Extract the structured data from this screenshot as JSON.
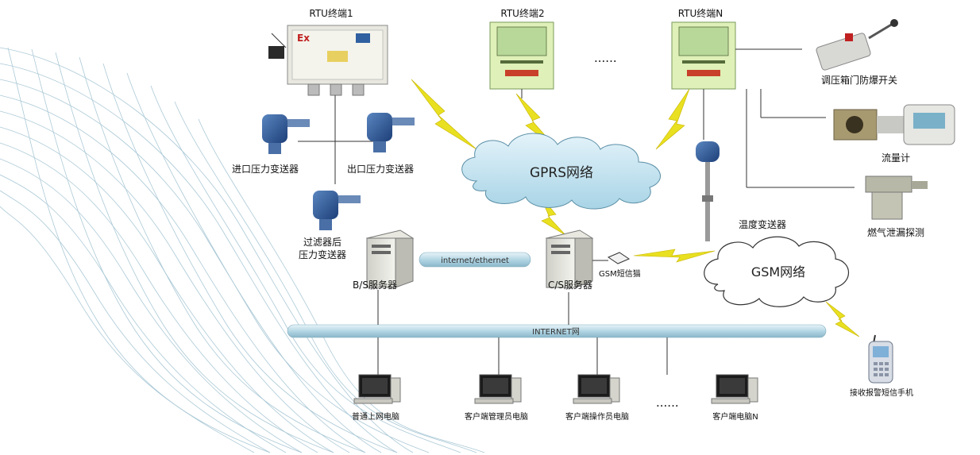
{
  "rtu": {
    "rtu1": "RTU终端1",
    "rtu2": "RTU终端2",
    "rtuN": "RTU终端N",
    "rtu1_plate": "Ex",
    "ellipsis": "......"
  },
  "sensors": {
    "inlet_pressure": "进口压力变送器",
    "outlet_pressure": "出口压力变送器",
    "filter_pressure_line1": "过滤器后",
    "filter_pressure_line2": "压力变送器",
    "door_switch": "调压箱门防爆开关",
    "flow_meter": "流量计",
    "temp_transmitter": "温度变送器",
    "gas_leak": "燃气泄漏探测"
  },
  "networks": {
    "gprs": "GPRS网络",
    "gsm": "GSM网络",
    "internet_bus": "INTERNET网",
    "tube": "internet/ethernet",
    "sms_modem": "GSM短信猫"
  },
  "servers": {
    "bs": "B/S服务器",
    "cs": "C/S服务器"
  },
  "clients": {
    "pc_general": "普通上网电脑",
    "pc_admin": "客户端管理员电脑",
    "pc_operator": "客户端操作员电脑",
    "ellipsis": "......",
    "pc_n": "客户端电脑N",
    "phone": "接收报警短信手机"
  },
  "colors": {
    "lightning": "#e8e020",
    "cloud_fill": "#c9e8f4",
    "pipe": "#b9dbe8",
    "mesh": "#8fb7c9",
    "device_green": "#dff0b8"
  }
}
